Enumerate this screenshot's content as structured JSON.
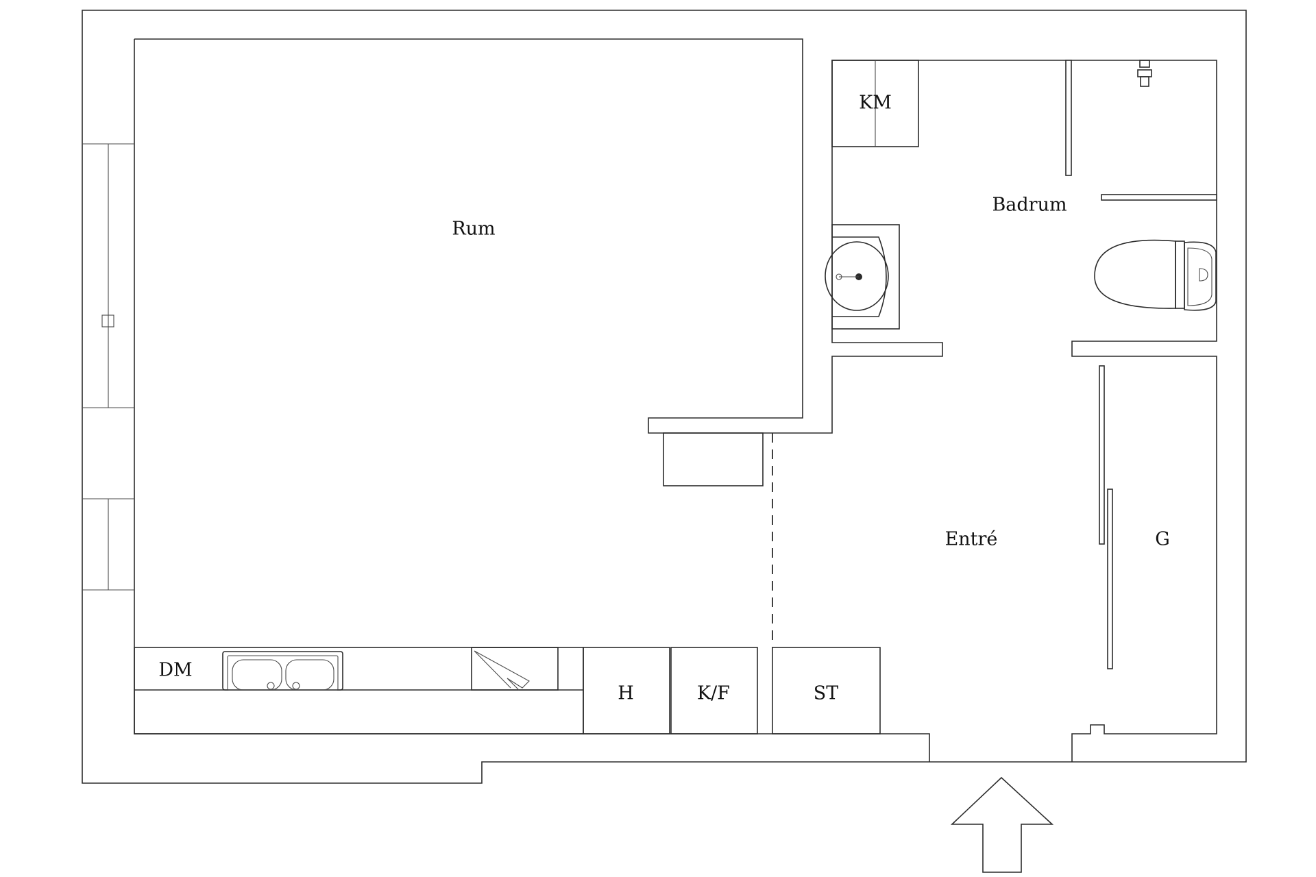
{
  "labels": {
    "rum": "Rum",
    "km": "KM",
    "badrum": "Badrum",
    "entre": "Entré",
    "g": "G",
    "dm": "DM",
    "h": "H",
    "kf": "K/F",
    "st": "ST"
  },
  "colors": {
    "line": "#2b2b2b",
    "background": "#ffffff"
  }
}
